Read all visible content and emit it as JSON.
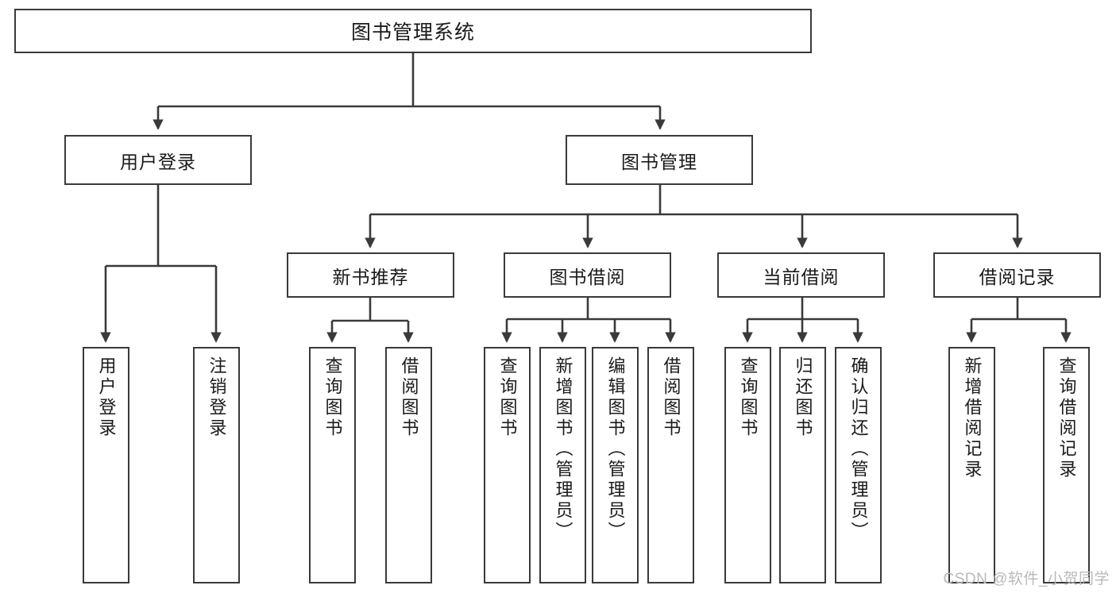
{
  "diagram": {
    "title": "图书管理系统",
    "watermark": "CSDN @软件_小贺同学",
    "stroke_color": "#3a3a3a",
    "background_color": "#ffffff",
    "text_color": "#1a1a1a",
    "watermark_color": "#b9b9b9",
    "nodes": {
      "root": "图书管理系统",
      "level2": {
        "user_login": "用户登录",
        "book_manage": "图书管理"
      },
      "level3": {
        "new_book_recommend": "新书推荐",
        "book_borrow": "图书借阅",
        "current_borrow": "当前借阅",
        "borrow_record": "借阅记录"
      },
      "leaves": {
        "user_login_1": "用户登录",
        "user_login_2": "注销登录",
        "recommend_1": "查询图书",
        "recommend_2": "借阅图书",
        "borrow_1": "查询图书",
        "borrow_2": "新增图书（管理员）",
        "borrow_3": "编辑图书（管理员）",
        "borrow_4": "借阅图书",
        "current_1": "查询图书",
        "current_2": "归还图书",
        "current_3": "确认归还（管理员）",
        "record_1": "新增借阅记录",
        "record_2": "查询借阅记录"
      }
    }
  }
}
